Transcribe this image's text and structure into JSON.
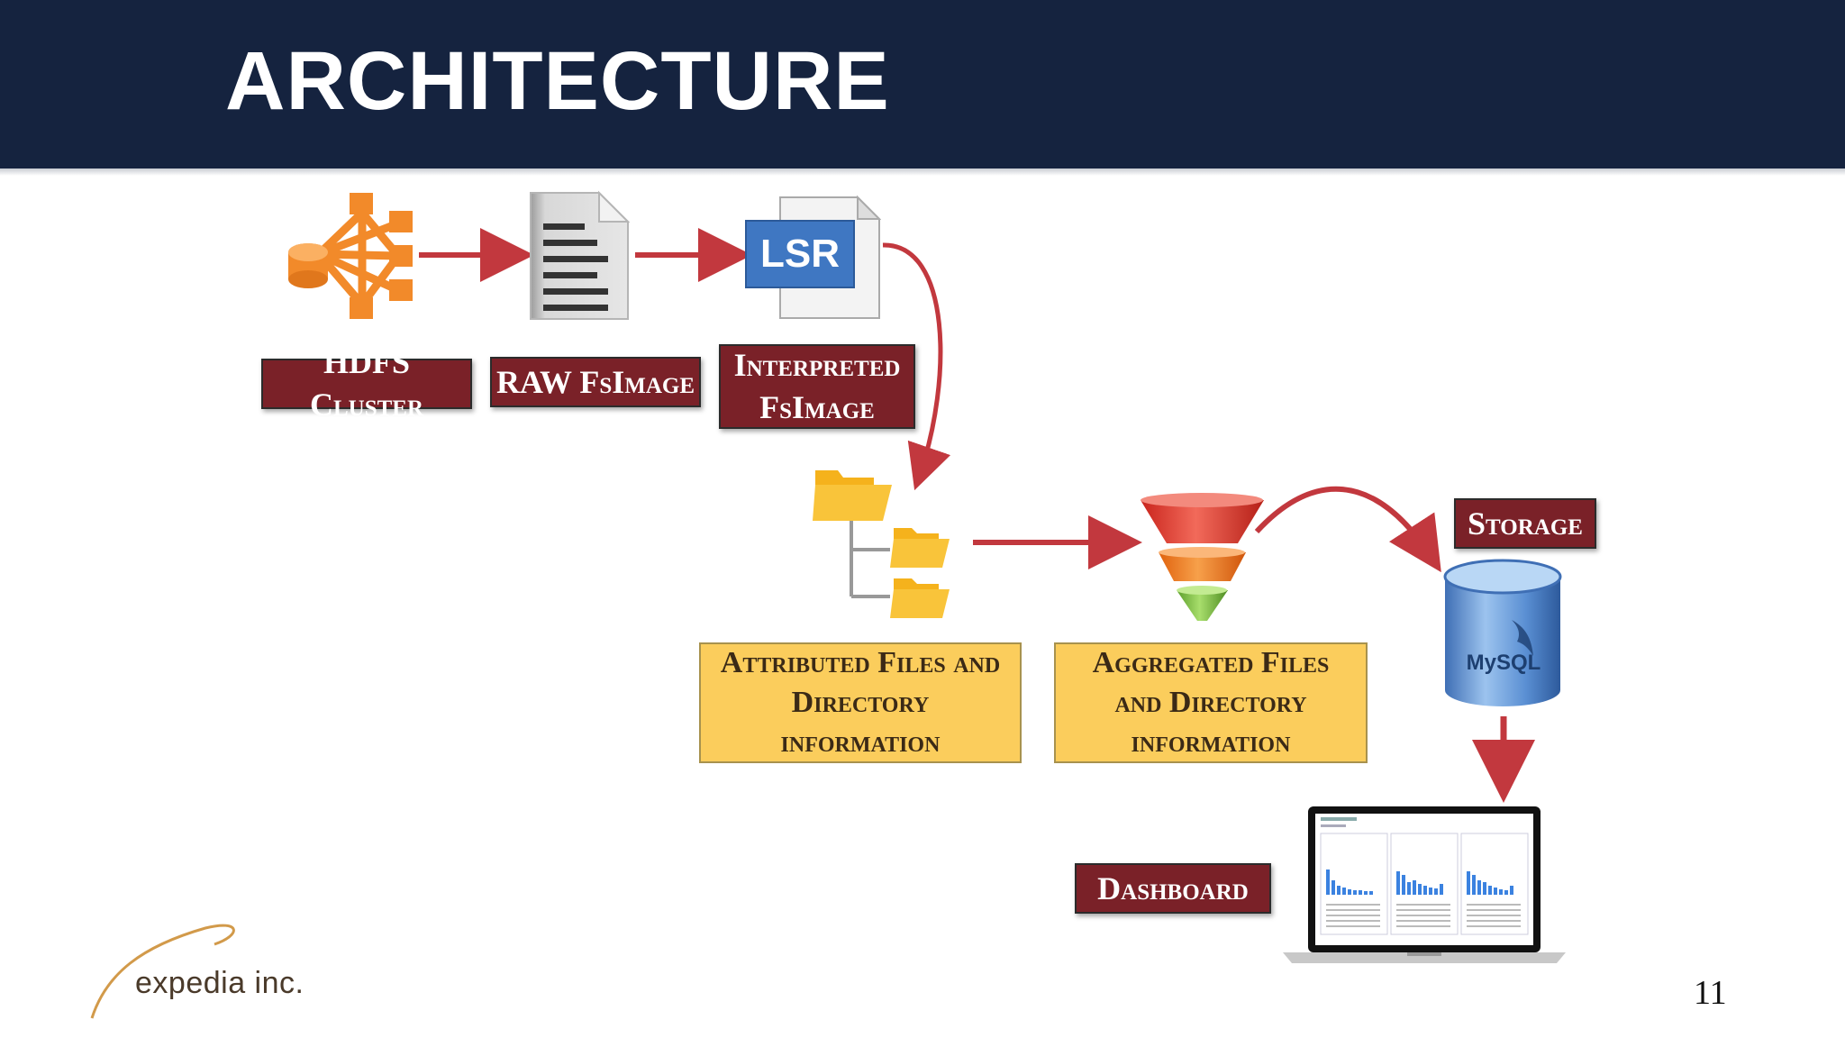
{
  "title": "ARCHITECTURE",
  "nodes": {
    "hdfs_cluster": "HDFS Cluster",
    "raw_fsimage": "RAW FsImage",
    "interpreted_fsimage_line1": "Interpreted",
    "interpreted_fsimage_line2": "FsImage",
    "attributed_line1": "Attributed Files and",
    "attributed_line2": "Directory",
    "attributed_line3": "information",
    "aggregated_line1": "Aggregated Files",
    "aggregated_line2": "and Directory",
    "aggregated_line3": "information",
    "storage": "Storage",
    "dashboard": "Dashboard"
  },
  "icons": {
    "lsr_badge": "LSR",
    "mysql_text": "MySQL"
  },
  "footer": {
    "brand": "expedia inc.",
    "page_number": "11"
  },
  "colors": {
    "header_bg": "#15233f",
    "label_dark": "#7a2128",
    "label_gold": "#fbcd5c",
    "arrow": "#c2383e",
    "hdfs_orange": "#f28a2a"
  }
}
